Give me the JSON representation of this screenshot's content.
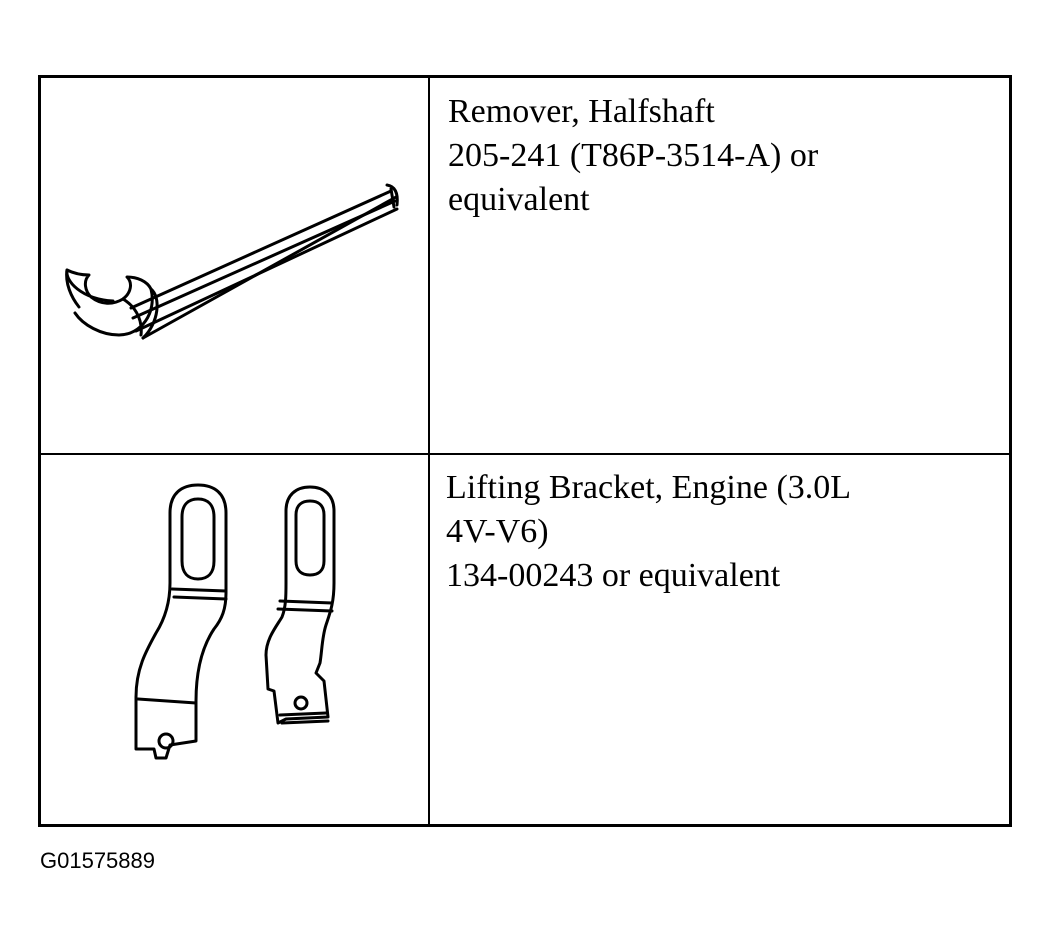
{
  "tools": [
    {
      "image_icon": "halfshaft-remover-wrench-icon",
      "lines": [
        "Remover, Halfshaft",
        "205-241 (T86P-3514-A) or",
        "equivalent"
      ]
    },
    {
      "image_icon": "engine-lifting-bracket-icon",
      "lines": [
        "Lifting Bracket, Engine (3.0L",
        "4V-V6)",
        "134-00243 or equivalent"
      ]
    }
  ],
  "figure_id": "G01575889"
}
